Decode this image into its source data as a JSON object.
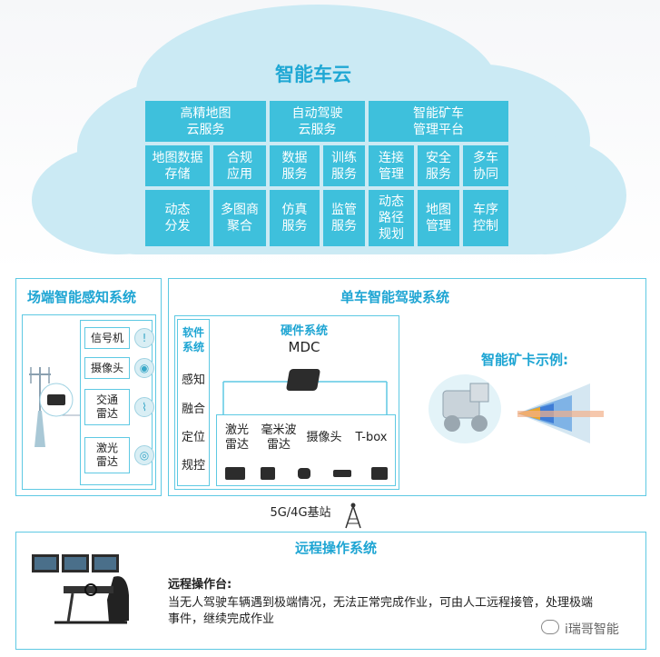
{
  "cloud": {
    "title": "智能车云",
    "headers": [
      "高精地图\n云服务",
      "自动驾驶\n云服务",
      "智能矿车\n管理平台"
    ],
    "row1": [
      "地图数据\n存储",
      "合规\n应用",
      "数据\n服务",
      "训练\n服务",
      "连接\n管理",
      "安全\n服务",
      "多车\n协同"
    ],
    "row2": [
      "动态\n分发",
      "多图商\n聚合",
      "仿真\n服务",
      "监管\n服务",
      "动态\n路径\n规划",
      "地图\n管理",
      "车序\n控制"
    ]
  },
  "field": {
    "title": "场端智能感知系统",
    "sensors": [
      "信号机",
      "摄像头",
      "交通\n雷达",
      "激光\n雷达"
    ]
  },
  "vehicle": {
    "title": "单车智能驾驶系统",
    "software_title": "软件\n系统",
    "software_items": [
      "感知",
      "融合",
      "定位",
      "规控"
    ],
    "hardware_title": "硬件系统",
    "hardware_subtitle": "MDC",
    "hardware_items": [
      "激光\n雷达",
      "毫米波\n雷达",
      "摄像头",
      "T-box"
    ],
    "example_title": "智能矿卡示例:"
  },
  "station": {
    "label": "5G/4G基站"
  },
  "remote": {
    "title": "远程操作系统",
    "console_title": "远程操作台:",
    "description_line1": "当无人驾驶车辆遇到极端情况，无法正常完成作业，可由人工远程接管，处理极端",
    "description_line2": "事件，继续完成作业"
  },
  "watermark": {
    "text": "i瑞哥智能"
  },
  "colors": {
    "accent": "#3ec0dc",
    "border": "#5ec9e3",
    "title": "#1ea5d3"
  }
}
